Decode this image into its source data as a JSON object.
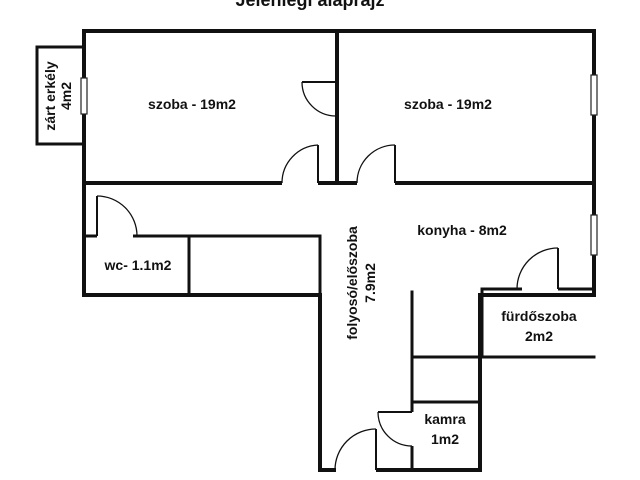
{
  "title": "Jelenlegi alaprajz",
  "rooms": {
    "balcony": [
      "zárt erkély",
      "4m2"
    ],
    "room1": "szoba - 19m2",
    "room2": "szoba - 19m2",
    "wc": "wc- 1.1m2",
    "kitchen": "konyha - 8m2",
    "hallway": [
      "folyosó/előszoba",
      "7.9m2"
    ],
    "bathroom": [
      "fürdőszoba",
      "2m2"
    ],
    "pantry": [
      "kamra",
      "1m2"
    ]
  }
}
